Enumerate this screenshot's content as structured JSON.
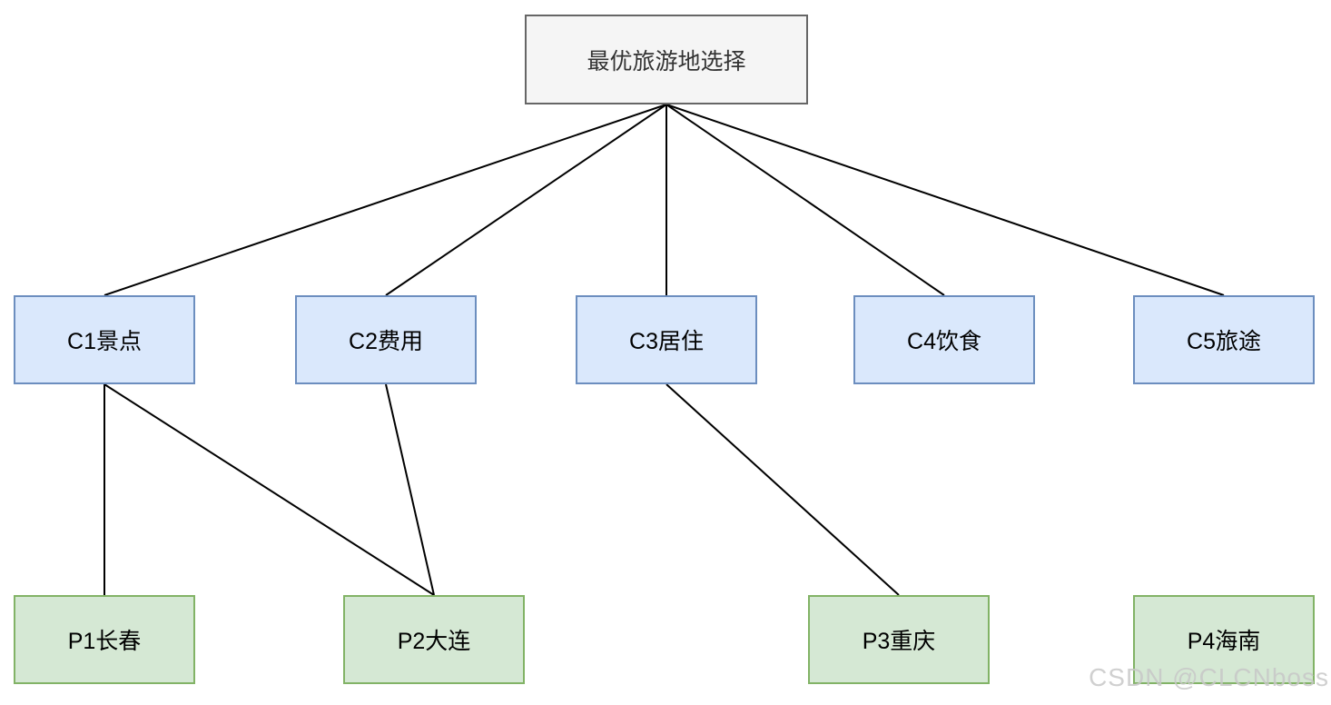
{
  "page": {
    "background": "#ffffff"
  },
  "diagram": {
    "type": "hierarchy",
    "nodes": {
      "goal": {
        "id": "goal",
        "label": "最优旅游地选择",
        "level": "goal"
      },
      "c1": {
        "id": "C1",
        "label": "C1景点",
        "level": "criterion"
      },
      "c2": {
        "id": "C2",
        "label": "C2费用",
        "level": "criterion"
      },
      "c3": {
        "id": "C3",
        "label": "C3居住",
        "level": "criterion"
      },
      "c4": {
        "id": "C4",
        "label": "C4饮食",
        "level": "criterion"
      },
      "c5": {
        "id": "C5",
        "label": "C5旅途",
        "level": "criterion"
      },
      "p1": {
        "id": "P1",
        "label": "P1长春",
        "level": "alternative"
      },
      "p2": {
        "id": "P2",
        "label": "P2大连",
        "level": "alternative"
      },
      "p3": {
        "id": "P3",
        "label": "P3重庆",
        "level": "alternative"
      },
      "p4": {
        "id": "P4",
        "label": "P4海南",
        "level": "alternative"
      }
    },
    "edges": [
      {
        "from": "goal",
        "to": "C1"
      },
      {
        "from": "goal",
        "to": "C2"
      },
      {
        "from": "goal",
        "to": "C3"
      },
      {
        "from": "goal",
        "to": "C4"
      },
      {
        "from": "goal",
        "to": "C5"
      },
      {
        "from": "C1",
        "to": "P1"
      },
      {
        "from": "C1",
        "to": "P2"
      },
      {
        "from": "C2",
        "to": "P2"
      },
      {
        "from": "C3",
        "to": "P3"
      }
    ],
    "colors": {
      "page_bg": "#ffffff",
      "goal_fill": "#f5f5f5",
      "goal_border": "#666666",
      "criterion_fill": "#dae8fc",
      "criterion_border": "#6c8ebf",
      "alternative_fill": "#d5e8d4",
      "alternative_border": "#82b366",
      "edge": "#000000",
      "watermark_color": "#c8c8c8"
    }
  },
  "watermark": {
    "text": "CSDN @CLCNboss"
  }
}
